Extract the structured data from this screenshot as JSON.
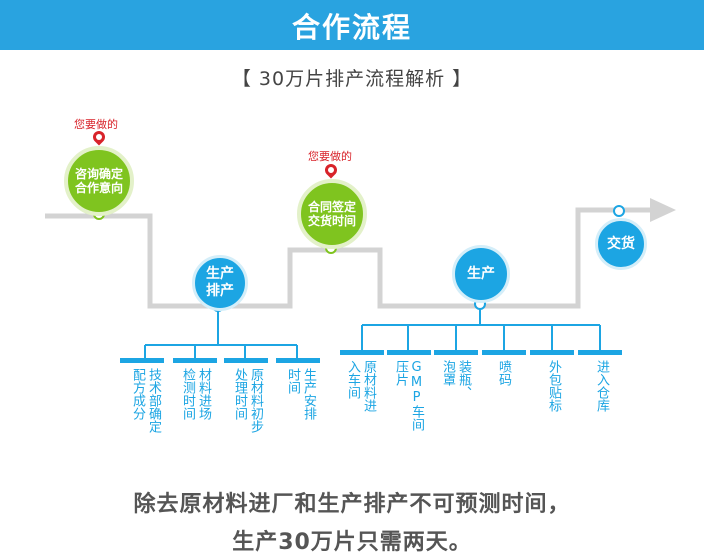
{
  "header": {
    "title": "合作流程"
  },
  "subtitle": "【 30万片排产流程解析 】",
  "pin_label": "您要做的",
  "stages": {
    "consult": "咨询确定合作意向",
    "consult_line1": "咨询确定",
    "consult_line2": "合作意向",
    "production1_line1": "生产",
    "production1_line2": "排产",
    "contract_line1": "合同签定",
    "contract_line2": "交货时间",
    "production2": "生产",
    "delivery": "交货"
  },
  "branch_left": [
    {
      "col1": "配方成分",
      "col2": "技术部确定"
    },
    {
      "col1": "检测时间",
      "col2": "材料进场"
    },
    {
      "col1": "处理时间",
      "col2": "原材料初步"
    },
    {
      "col1": "时间",
      "col2": "生产安排"
    }
  ],
  "branch_right": [
    {
      "col1": "入车间",
      "col2": "原材料进"
    },
    {
      "col1": "压片",
      "col2": "GMP车间"
    },
    {
      "col1": "泡罩",
      "col2": "装瓶、"
    },
    {
      "col1": "喷码",
      "col2": ""
    },
    {
      "col1": "外包贴标",
      "col2": ""
    },
    {
      "col1": "进入仓库",
      "col2": ""
    }
  ],
  "footer": {
    "line1": "除去原材料进厂和生产排产不可预测时间，",
    "line2": "生产30万片只需两天。"
  },
  "colors": {
    "banner": "#29a3e0",
    "green": "#7fc41f",
    "blue": "#1ca5e3",
    "red": "#d8232a",
    "flow_line": "#d3d3d3"
  }
}
